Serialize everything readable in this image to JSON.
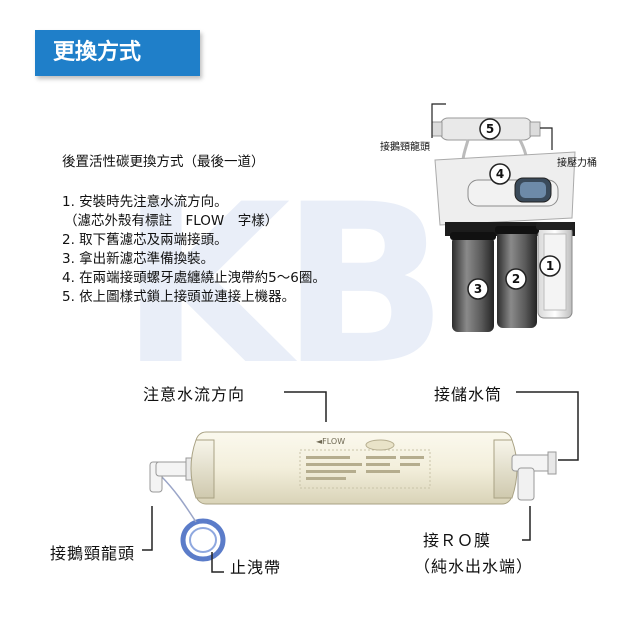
{
  "header": {
    "title": "更換方式"
  },
  "watermark": {
    "text": "KB"
  },
  "instructions": {
    "subtitle": "後置活性碳更換方式（最後一道）",
    "steps": [
      "1. 安裝時先注意水流方向。",
      "（濾芯外殼有標註　FLOW　字樣）",
      "2. 取下舊濾芯及兩端接頭。",
      "3. 拿出新濾芯準備換裝。",
      "4. 在兩端接頭螺牙處纏繞止洩帶約5～6圈。",
      "5. 依上圖樣式鎖上接頭並連接上機器。"
    ]
  },
  "system_diagram": {
    "labels": {
      "gooseneck": "接鵝頸龍頭",
      "pressure_tank": "接壓力桶"
    },
    "stage_numbers": [
      "5",
      "4",
      "3",
      "2",
      "1"
    ]
  },
  "filter_diagram": {
    "flow_text": "◄FLOW",
    "labels": {
      "flow_direction": "注意水流方向",
      "storage_tank": "接儲水筒",
      "gooseneck": "接鵝頸龍頭",
      "tape": "止洩帶",
      "ro_membrane": "接ＲＯ膜",
      "pure_water": "（純水出水端）"
    }
  },
  "colors": {
    "banner": "#1f7fc9",
    "filter_body": "#f3efdc",
    "tape_ring": "#5b7cc9"
  }
}
